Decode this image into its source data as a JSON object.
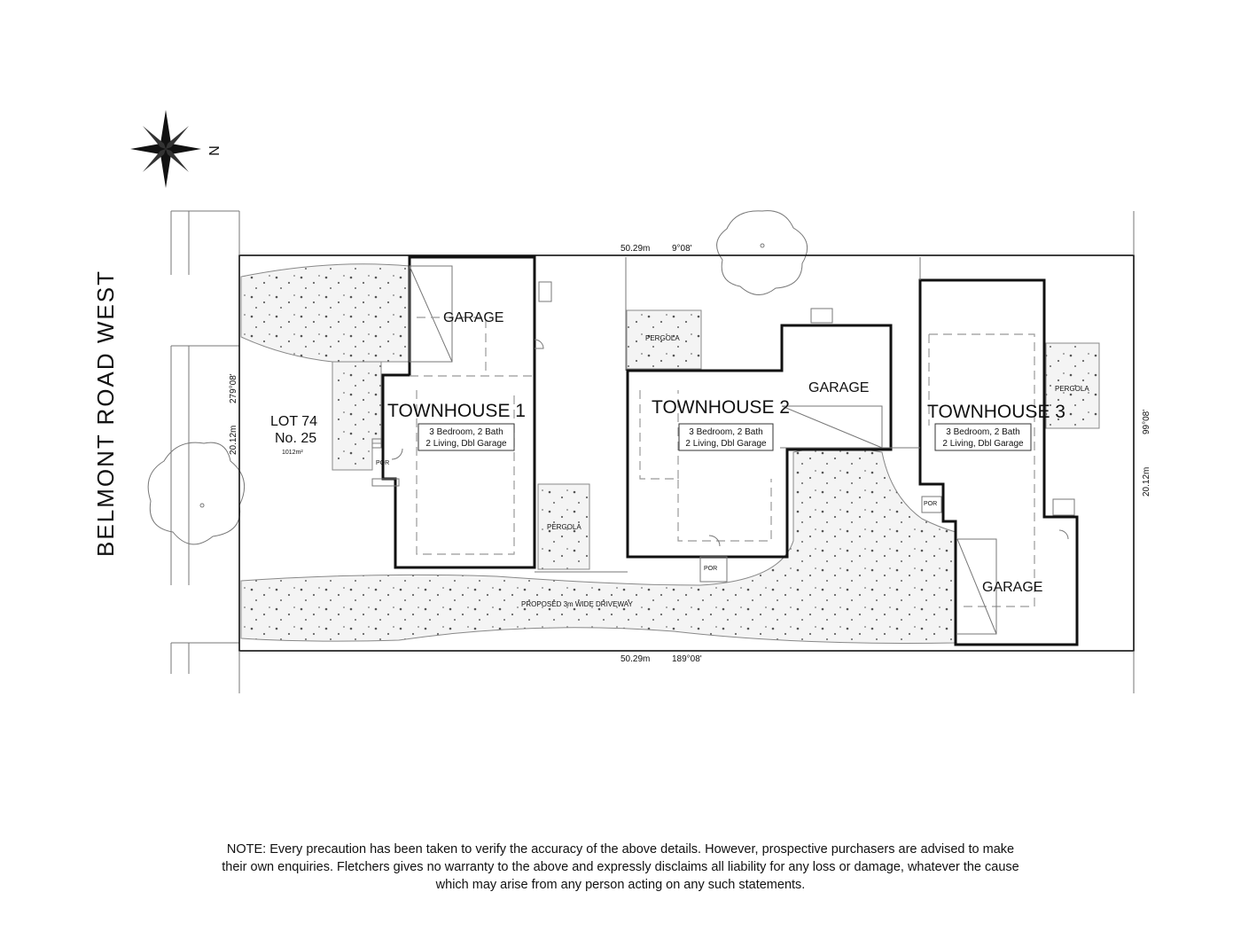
{
  "road": "BELMONT  ROAD  WEST",
  "north": "N",
  "lot": {
    "name": "LOT 74",
    "number": "No. 25",
    "area": "1012m²"
  },
  "boundaries": {
    "top": {
      "length": "50.29m",
      "bearing": "9°08'"
    },
    "bottom": {
      "length": "50.29m",
      "bearing": "189°08'"
    },
    "left": {
      "length": "20.12m",
      "bearing": "279°08'"
    },
    "right": {
      "length": "20.12m",
      "bearing": "99°08'"
    }
  },
  "townhouses": [
    {
      "title": "TOWNHOUSE 1",
      "line1": "3 Bedroom, 2 Bath",
      "line2": "2 Living, Dbl Garage",
      "garage": "GARAGE",
      "pergola": "PERGOLA",
      "porch": "POR"
    },
    {
      "title": "TOWNHOUSE 2",
      "line1": "3 Bedroom, 2 Bath",
      "line2": "2 Living, Dbl Garage",
      "garage": "GARAGE",
      "pergola": "PERGOLA",
      "porch": "POR"
    },
    {
      "title": "TOWNHOUSE 3",
      "line1": "3 Bedroom, 2 Bath",
      "line2": "2 Living, Dbl Garage",
      "garage": "GARAGE",
      "pergola": "PERGOLA",
      "porch": "POR"
    }
  ],
  "driveway": "PROPOSED 3m WIDE DRIVEWAY",
  "note": "NOTE: Every precaution has been taken to verify the accuracy of the above details. However, prospective purchasers are advised to make their own enquiries.  Fletchers gives no warranty to the above and expressly disclaims all liability for any loss or damage, whatever the cause which may arise from any person acting on any such statements."
}
